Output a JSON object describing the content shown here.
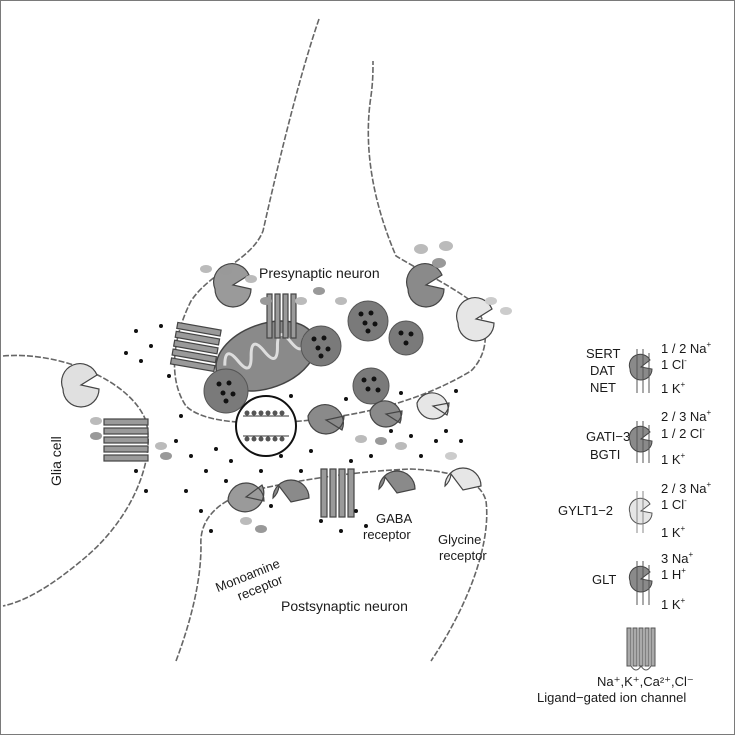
{
  "labels": {
    "presynaptic": "Presynaptic neuron",
    "postsynaptic": "Postsynaptic neuron",
    "glia": "Glia cell",
    "monoamine_1": "Monoamine",
    "monoamine_2": "receptor",
    "gaba_1": "GABA",
    "gaba_2": "receptor",
    "glycine_1": "Glycine",
    "glycine_2": "receptor"
  },
  "legend": {
    "group1": {
      "names": [
        "SERT",
        "DAT",
        "NET"
      ],
      "ions": [
        "1 / 2 Na",
        "1 Cl",
        "1 K"
      ]
    },
    "group2": {
      "names": [
        "GATI−3",
        "BGTI"
      ],
      "ions": [
        "2 / 3 Na",
        "1 / 2 Cl",
        "1 K"
      ]
    },
    "group3": {
      "names": [
        "GYLT1−2"
      ],
      "ions": [
        "2 / 3 Na",
        "1 Cl",
        "1 K"
      ]
    },
    "group4": {
      "names": [
        "GLT"
      ],
      "ions": [
        "3 Na",
        "1 H",
        "1 K"
      ]
    },
    "channel": {
      "ions": "Na⁺,K⁺,Ca²⁺,Cl⁻",
      "caption": "Ligand−gated ion channel"
    }
  },
  "colors": {
    "stroke": "#555555",
    "dark": "#4a4a4a",
    "mid": "#8c8c8c",
    "light": "#c8c8c8",
    "dot": "#111111"
  }
}
